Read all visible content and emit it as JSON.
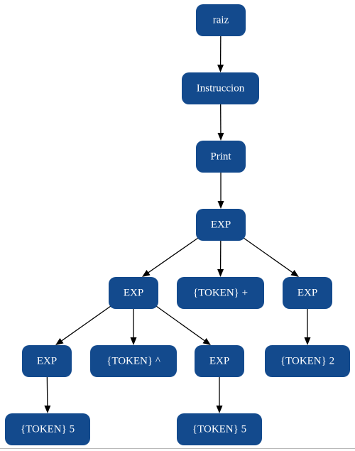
{
  "diagram": {
    "nodes": [
      {
        "id": "raiz",
        "label": "raiz"
      },
      {
        "id": "instruccion",
        "label": "Instruccion"
      },
      {
        "id": "print",
        "label": "Print"
      },
      {
        "id": "exp_root",
        "label": "EXP"
      },
      {
        "id": "exp_left",
        "label": "EXP"
      },
      {
        "id": "token_plus",
        "label": "{TOKEN} +"
      },
      {
        "id": "exp_right",
        "label": "EXP"
      },
      {
        "id": "exp_ll",
        "label": "EXP"
      },
      {
        "id": "token_caret",
        "label": "{TOKEN} ^"
      },
      {
        "id": "exp_lr",
        "label": "EXP"
      },
      {
        "id": "token_2",
        "label": "{TOKEN} 2"
      },
      {
        "id": "token_5a",
        "label": "{TOKEN} 5"
      },
      {
        "id": "token_5b",
        "label": "{TOKEN} 5"
      }
    ],
    "edges": [
      [
        "raiz",
        "instruccion"
      ],
      [
        "instruccion",
        "print"
      ],
      [
        "print",
        "exp_root"
      ],
      [
        "exp_root",
        "exp_left"
      ],
      [
        "exp_root",
        "token_plus"
      ],
      [
        "exp_root",
        "exp_right"
      ],
      [
        "exp_left",
        "exp_ll"
      ],
      [
        "exp_left",
        "token_caret"
      ],
      [
        "exp_left",
        "exp_lr"
      ],
      [
        "exp_right",
        "token_2"
      ],
      [
        "exp_ll",
        "token_5a"
      ],
      [
        "exp_lr",
        "token_5b"
      ]
    ],
    "colors": {
      "node_fill": "#134a8d",
      "node_text": "#ffffff",
      "edge": "#000000"
    }
  }
}
